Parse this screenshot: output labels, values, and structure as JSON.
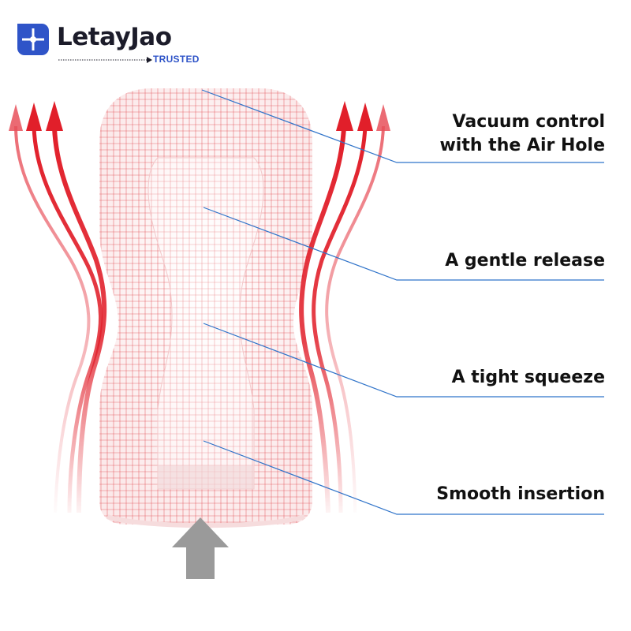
{
  "logo": {
    "name": "LetayJao",
    "tagline": "TRUSTED",
    "colors": {
      "brand_blue": "#2f54c8",
      "text": "#1c1c2a"
    }
  },
  "callouts": [
    {
      "lines": [
        "Vacuum control",
        "with the Air Hole"
      ]
    },
    {
      "lines": [
        "A gentle release"
      ]
    },
    {
      "lines": [
        "A tight squeeze"
      ]
    },
    {
      "lines": [
        "Smooth insertion"
      ]
    }
  ],
  "colors": {
    "grid": "#e0454c",
    "arrow": "#e11f2a",
    "callout_line": "#2f73c9",
    "push_arrow": "#9a9a9a",
    "label_text": "#111111"
  }
}
